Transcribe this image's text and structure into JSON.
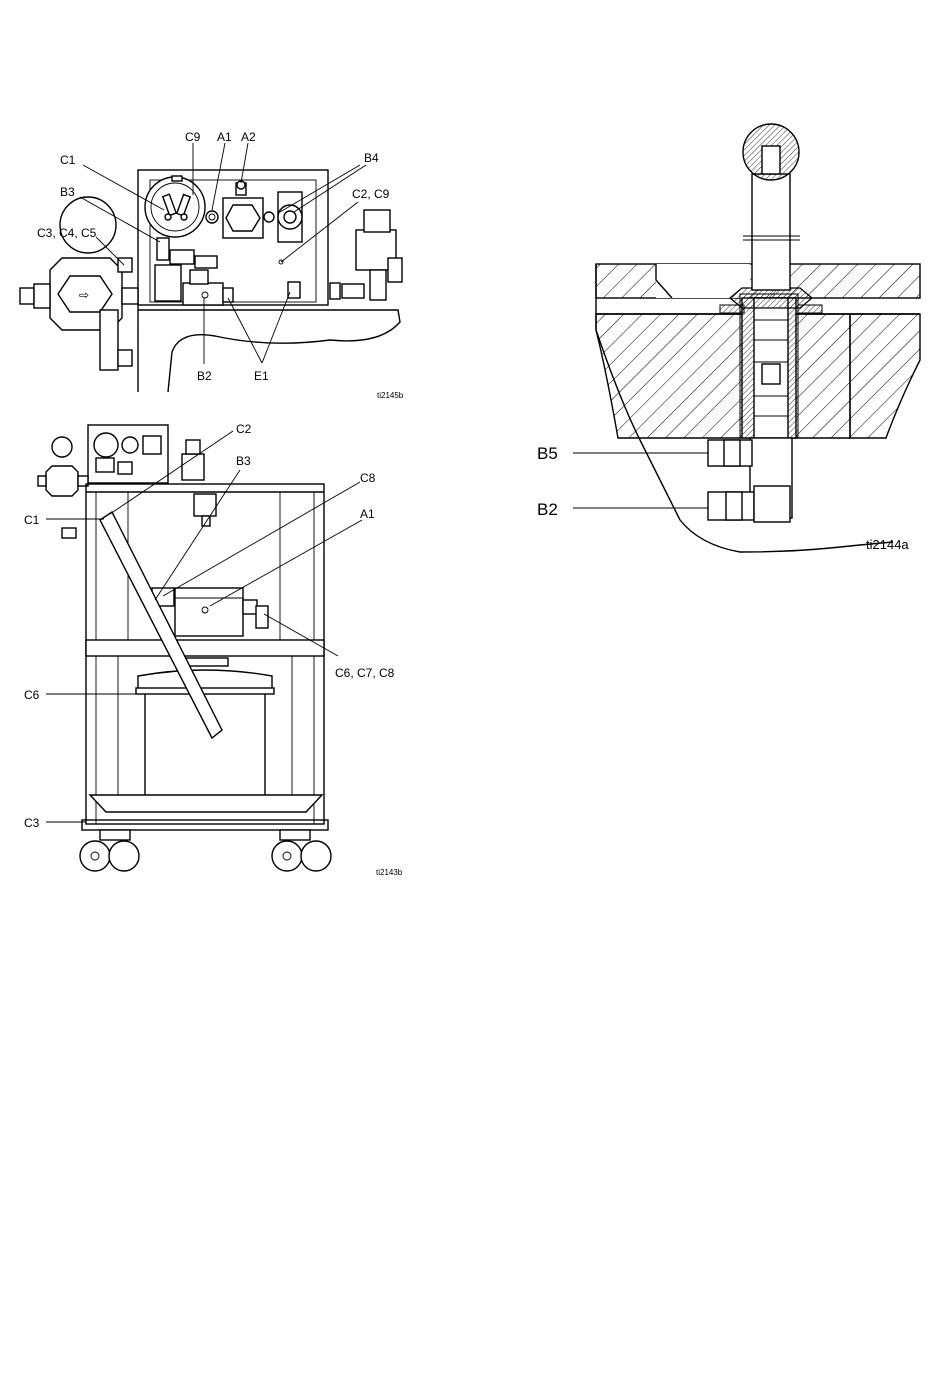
{
  "figure_top": {
    "labels": {
      "c9": "C9",
      "a1": "A1",
      "a2": "A2",
      "b4": "B4",
      "c1": "C1",
      "b3": "B3",
      "c2c9": "C2, C9",
      "c3c4c5": "C3, C4, C5",
      "b2": "B2",
      "e1": "E1"
    },
    "ref_id": "ti2145b"
  },
  "figure_cart": {
    "labels": {
      "c2": "C2",
      "b3": "B3",
      "c1": "C1",
      "c8": "C8",
      "a1": "A1",
      "c6c7c8": "C6, C7, C8",
      "c6": "C6",
      "c3": "C3"
    },
    "ref_id": "ti2143b"
  },
  "figure_section": {
    "labels": {
      "b5": "B5",
      "b2": "B2"
    },
    "ref_id": "ti2144a"
  }
}
